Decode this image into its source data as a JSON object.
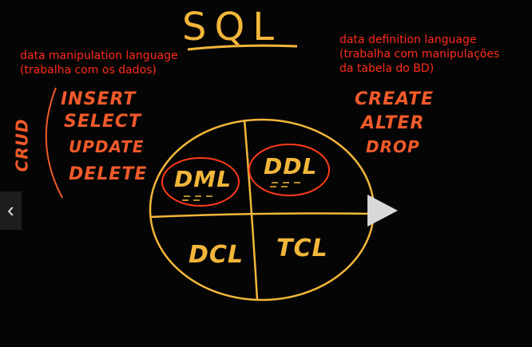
{
  "title": "SQL",
  "dml_note": "data manipulation language\n(trabalha com os dados)",
  "ddl_note": "data definition language\n(trabalha com manipulações\nda tabela do BD)",
  "crud": "CRUD",
  "dml_commands": [
    "INSERT",
    "SELECT",
    "UPDATE",
    "DELETE"
  ],
  "ddl_commands": [
    "CREATE",
    "ALTER",
    "DROP"
  ],
  "quadrants": {
    "tl": "DML",
    "tr": "DDL",
    "bl": "DCL",
    "br": "TCL"
  },
  "nav": {
    "prev_icon": "chevron-left-icon",
    "next_icon": "play-triangle-icon"
  },
  "colors": {
    "yellow": "#f2b63a",
    "orange": "#f05a2a",
    "red_text": "#ff2a1a",
    "background": "#050505"
  }
}
